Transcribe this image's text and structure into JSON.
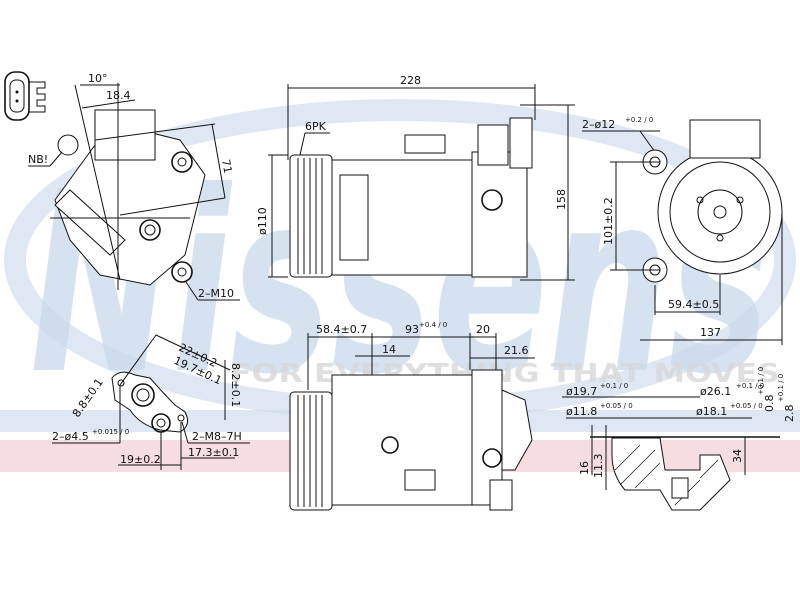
{
  "watermark": {
    "brand": "Nissens",
    "tagline": "FOR EVERYTHING THAT MOVES",
    "colors": {
      "blue": "#c9d9ea",
      "pink": "#f1cfd6"
    }
  },
  "side_view": {
    "angle": "10°",
    "offset": "18.4",
    "height": "71",
    "note": "NB!",
    "bolts": "2–M10"
  },
  "top_view": {
    "length": "228",
    "belt": "6PK",
    "pulley_dia": "ø110",
    "height": "158"
  },
  "front_view": {
    "holes": "2–ø12",
    "holes_tol": "+0.2 / 0",
    "center": "101±0.2",
    "offset": "59.4±0.5",
    "width": "137"
  },
  "bottom_view": {
    "d1": "58.4±0.7",
    "d2": "93",
    "d2_tol": "+0.4 / 0",
    "d3": "20",
    "d4": "14",
    "d5": "21.6"
  },
  "bracket": {
    "a": "22±0.2",
    "b": "19.7±0.1",
    "c": "8.2±0.1",
    "d": "8.8±0.1",
    "holes": "2–ø4.5",
    "holes_tol": "+0.015 / 0",
    "thread": "2–M8–7H",
    "e": "19±0.2",
    "f": "17.3±0.1"
  },
  "section": {
    "d1": "ø19.7",
    "d1_tol": "+0.1 / 0",
    "d2": "ø26.1",
    "d2_tol": "+0.1 / 0",
    "d3": "ø11.8",
    "d3_tol": "+0.05 / 0",
    "d4": "ø18.1",
    "d4_tol": "+0.05 / 0",
    "h1": "0.8",
    "h1_tol": "+0.1 / 0",
    "h2": "2.8",
    "h2_tol": "+0.1 / 0",
    "h3": "16",
    "h4": "11.3",
    "h5": "34"
  }
}
